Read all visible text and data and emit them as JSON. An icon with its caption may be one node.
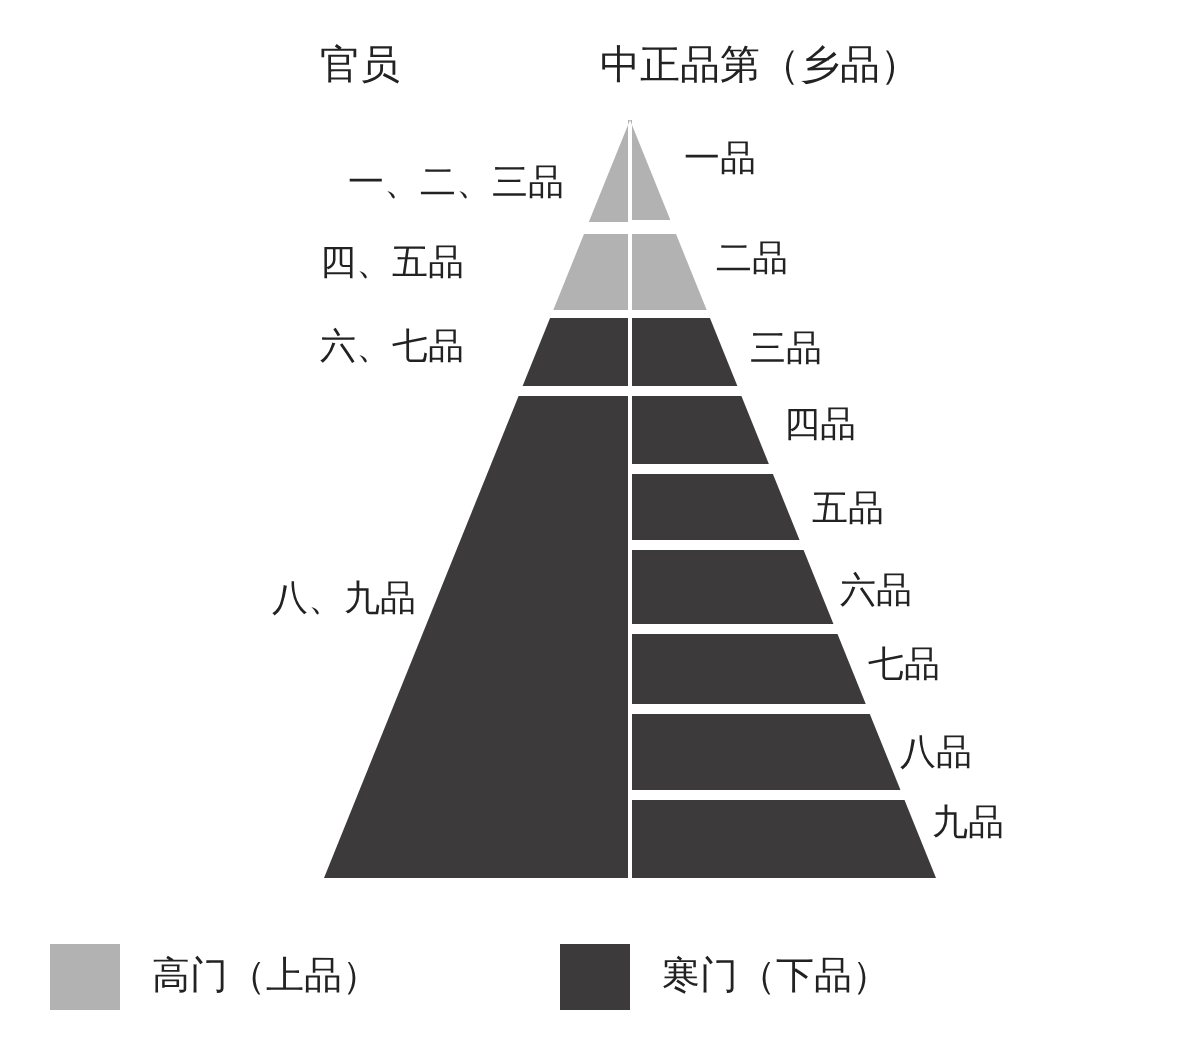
{
  "diagram": {
    "nodes": [
      {
        "text": [
          "一、二、三品"
        ]
      },
      {
        "text": [
          "四、五品"
        ]
      },
      {
        "text": [
          "六、七品"
        ]
      },
      {
        "text": [
          "八、九品"
        ]
      },
      {
        "text": [
          "一品"
        ]
      },
      {
        "text": [
          "二品"
        ]
      },
      {
        "text": [
          "三品"
        ]
      },
      {
        "text": [
          "四品"
        ]
      },
      {
        "text": [
          "五品"
        ]
      },
      {
        "text": [
          "六品"
        ]
      },
      {
        "text": [
          "七品"
        ]
      },
      {
        "text": [
          "八品"
        ]
      },
      {
        "text": [
          "九品"
        ]
      }
    ],
    "labels": [
      "官员",
      "中正品第（乡品）"
    ],
    "legend": [
      {
        "text": "高门（上品）",
        "color": "#b2b2b2"
      },
      {
        "text": "寒门（下品）",
        "color": "#3d3a3b"
      }
    ]
  }
}
